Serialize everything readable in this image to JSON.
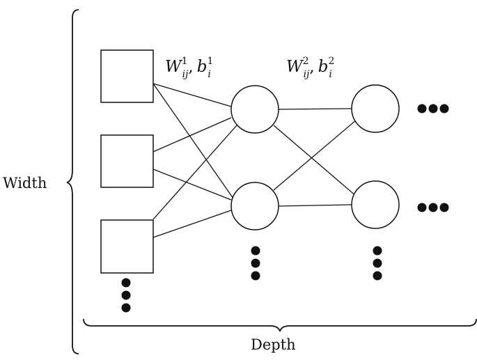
{
  "labels": {
    "width": "Width",
    "depth": "Depth",
    "layer1_weights": {
      "W": "W",
      "W_sup": "1",
      "W_sub": "ij",
      "b": "b",
      "b_sup": "1",
      "b_sub": "i"
    },
    "layer2_weights": {
      "W": "W",
      "W_sup": "2",
      "W_sub": "ij",
      "b": "b",
      "b_sup": "2",
      "b_sub": "i"
    },
    "comma": ","
  },
  "network": {
    "input_nodes": 3,
    "hidden_layer_1_nodes": 2,
    "hidden_layer_2_nodes": 2,
    "continuation": "ellipsis dots below each layer and to the right of the last layer"
  },
  "colors": {
    "stroke": "#111111",
    "background": "#ffffff"
  }
}
